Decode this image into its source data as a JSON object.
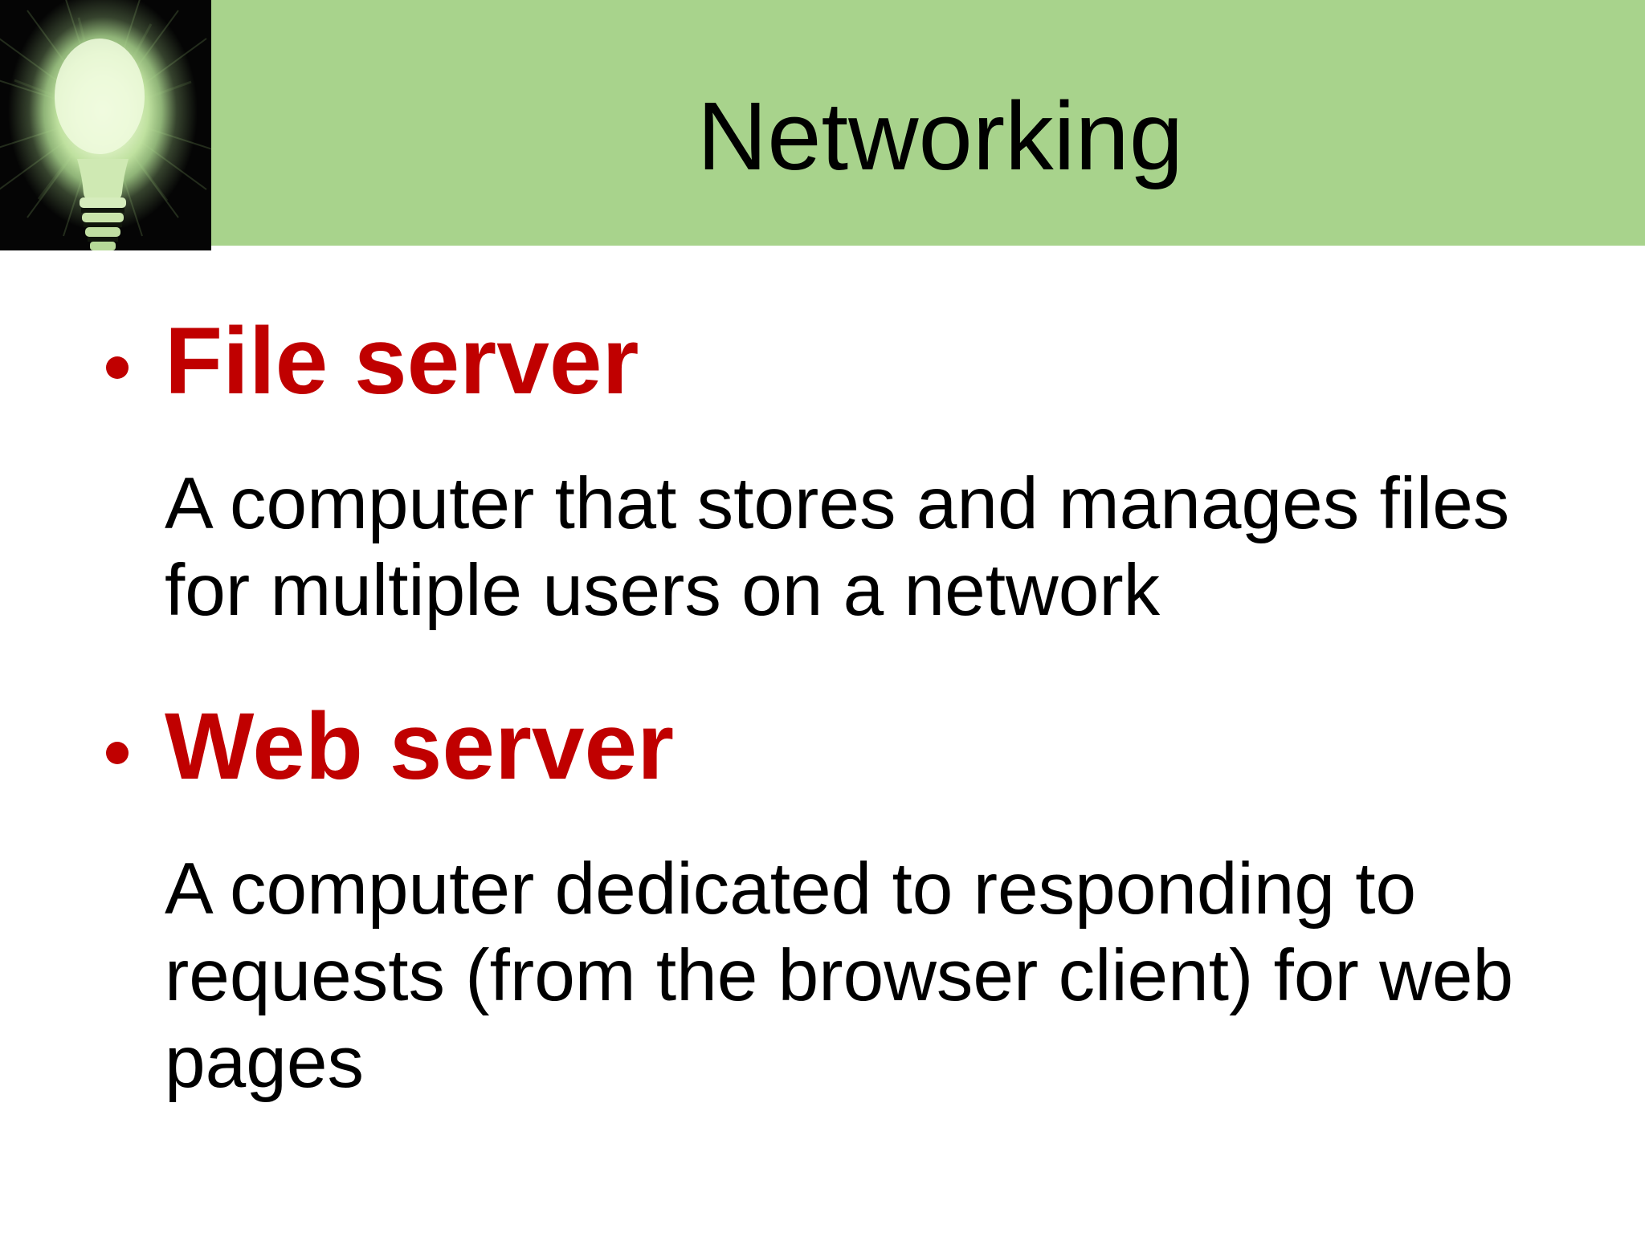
{
  "slide": {
    "title": "Networking",
    "items": [
      {
        "term": "File server",
        "definition": "A computer that stores and manages files for multiple users on a network"
      },
      {
        "term": "Web server",
        "definition": "A computer dedicated to responding to requests (from the browser client) for web pages"
      }
    ]
  },
  "icons": {
    "lightbulb": "glowing-lightbulb-image"
  },
  "theme": {
    "header_color": "#a8d38c",
    "accent_color": "#c00000",
    "text_color": "#000000",
    "background_color": "#ffffff"
  }
}
